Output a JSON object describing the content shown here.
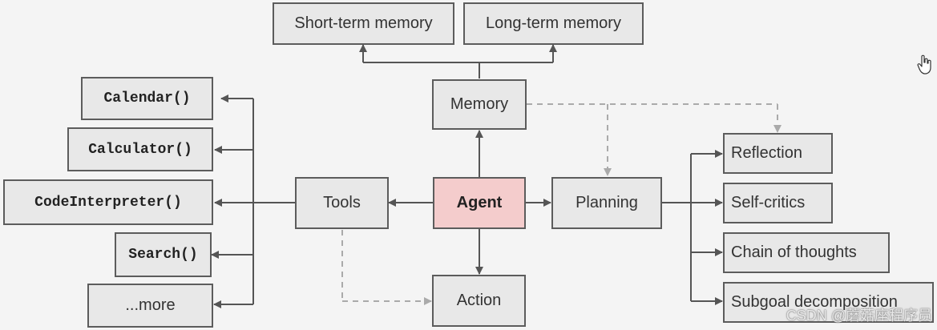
{
  "nodes": {
    "short_term_memory": "Short-term memory",
    "long_term_memory": "Long-term memory",
    "memory": "Memory",
    "agent": "Agent",
    "tools": "Tools",
    "planning": "Planning",
    "action": "Action",
    "calendar": "Calendar()",
    "calculator": "Calculator()",
    "code_interpreter": "CodeInterpreter()",
    "search": "Search()",
    "more": "...more",
    "reflection": "Reflection",
    "self_critics": "Self-critics",
    "chain_of_thoughts": "Chain of thoughts",
    "subgoal_decomposition": "Subgoal decomposition"
  },
  "watermark": "CSDN @蘑菇座程序员",
  "colors": {
    "background": "#f4f4f4",
    "node_fill": "#e8e8e8",
    "node_border": "#5c5c5c",
    "agent_fill": "#f4cccc",
    "solid_edge": "#555555",
    "dashed_edge": "#aaaaaa"
  },
  "icons": {
    "cursor": "hand-pointer-icon"
  }
}
